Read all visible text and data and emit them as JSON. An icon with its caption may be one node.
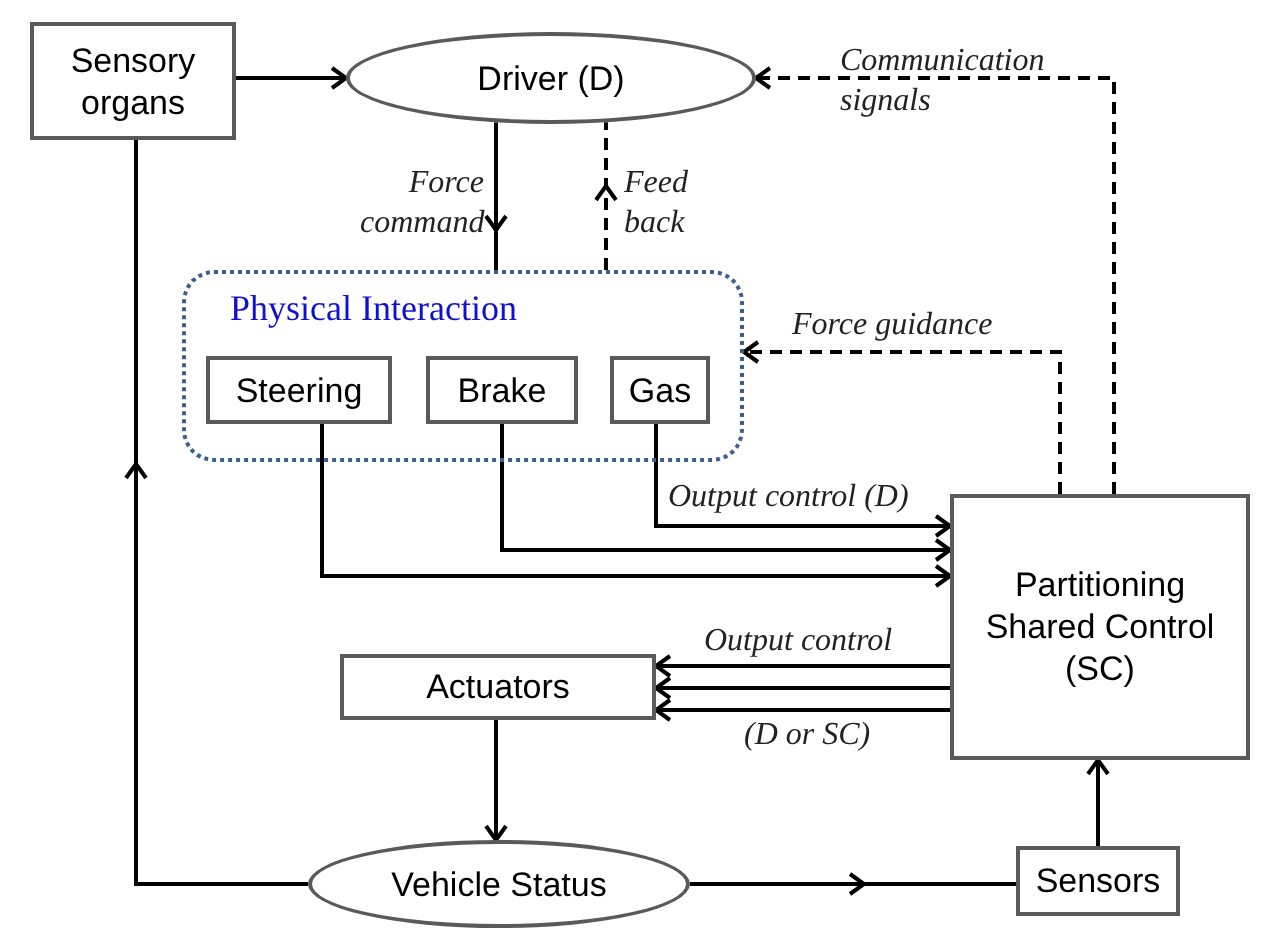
{
  "diagram": {
    "nodes": [
      {
        "text": [
          "Sensory organs"
        ]
      },
      {
        "text": [
          "Driver (D)"
        ]
      },
      {
        "text": [
          "Physical Interaction"
        ]
      },
      {
        "text": [
          "Steering"
        ],
        "in": 2
      },
      {
        "text": [
          "Brake"
        ],
        "in": 2
      },
      {
        "text": [
          "Gas"
        ],
        "in": 2
      },
      {
        "text": [
          "Partitioning Shared Control (SC)"
        ]
      },
      {
        "text": [
          "Actuators"
        ]
      },
      {
        "text": [
          "Vehicle Status"
        ]
      },
      {
        "text": [
          "Sensors"
        ]
      }
    ],
    "edges": [
      {
        "from": 0,
        "to": 1,
        "arrow": "to"
      },
      {
        "from": 1,
        "to": 2,
        "arrow": "to",
        "label": "Force command"
      },
      {
        "from": 2,
        "to": 1,
        "arrow": "to",
        "label": "Feed back",
        "style": "dashed"
      },
      {
        "from": 6,
        "to": 1,
        "arrow": "to",
        "label": "Communication signals",
        "style": "dashed"
      },
      {
        "from": 6,
        "to": 2,
        "arrow": "to",
        "label": "Force guidance",
        "style": "dashed"
      },
      {
        "from": 5,
        "to": 6,
        "arrow": "to",
        "label": "Output control (D)"
      },
      {
        "from": 4,
        "to": 6,
        "arrow": "to"
      },
      {
        "from": 3,
        "to": 6,
        "arrow": "to"
      },
      {
        "from": 6,
        "to": 7,
        "arrow": "to",
        "label": "Output control"
      },
      {
        "from": 6,
        "to": 7,
        "arrow": "to"
      },
      {
        "from": 6,
        "to": 7,
        "arrow": "to",
        "label": "(D or SC)"
      },
      {
        "from": 7,
        "to": 8,
        "arrow": "to"
      },
      {
        "from": 8,
        "to": 0,
        "arrow": "to"
      },
      {
        "from": 8,
        "to": 9,
        "arrow": "to"
      },
      {
        "from": 9,
        "to": 6,
        "arrow": "to"
      }
    ]
  }
}
